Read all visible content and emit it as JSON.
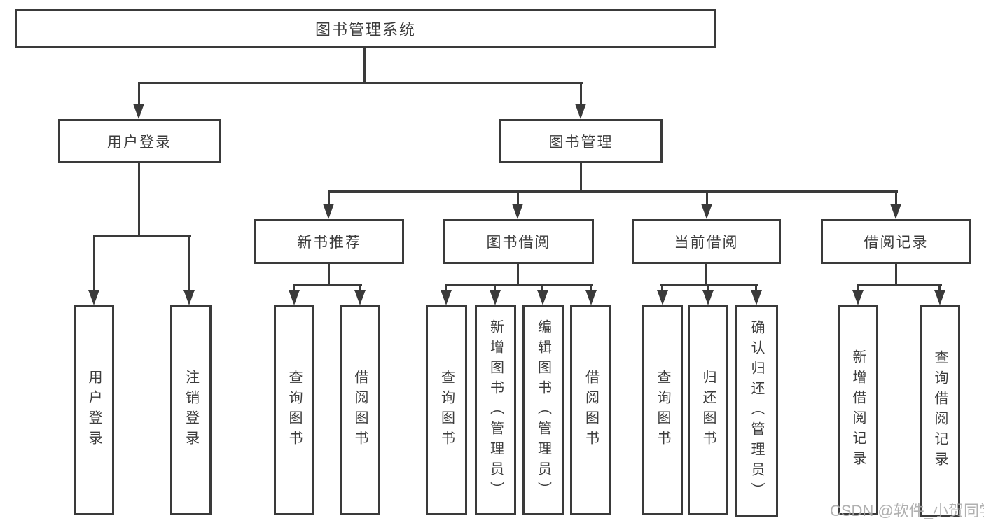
{
  "diagram": {
    "root": {
      "label": "图书管理系统"
    },
    "branches": [
      {
        "label": "用户登录",
        "children": [
          {
            "label": "用户登录"
          },
          {
            "label": "注销登录"
          }
        ]
      },
      {
        "label": "图书管理",
        "children": [
          {
            "label": "新书推荐",
            "children": [
              {
                "label": "查询图书"
              },
              {
                "label": "借阅图书"
              }
            ]
          },
          {
            "label": "图书借阅",
            "children": [
              {
                "label": "查询图书"
              },
              {
                "label": "新增图书（管理员）"
              },
              {
                "label": "编辑图书（管理员）"
              },
              {
                "label": "借阅图书"
              }
            ]
          },
          {
            "label": "当前借阅",
            "children": [
              {
                "label": "查询图书"
              },
              {
                "label": "归还图书"
              },
              {
                "label": "确认归还（管理员）"
              }
            ]
          },
          {
            "label": "借阅记录",
            "children": [
              {
                "label": "新增借阅记录"
              },
              {
                "label": "查询借阅记录"
              }
            ]
          }
        ]
      }
    ]
  },
  "watermark": {
    "text": "CSDN @软件_小贺同学"
  },
  "colors": {
    "line": "#3a3a3a",
    "box_border": "#3a3a3a",
    "text": "#3c3c3c",
    "background": "#ffffff",
    "watermark": "#a8a8a8"
  }
}
